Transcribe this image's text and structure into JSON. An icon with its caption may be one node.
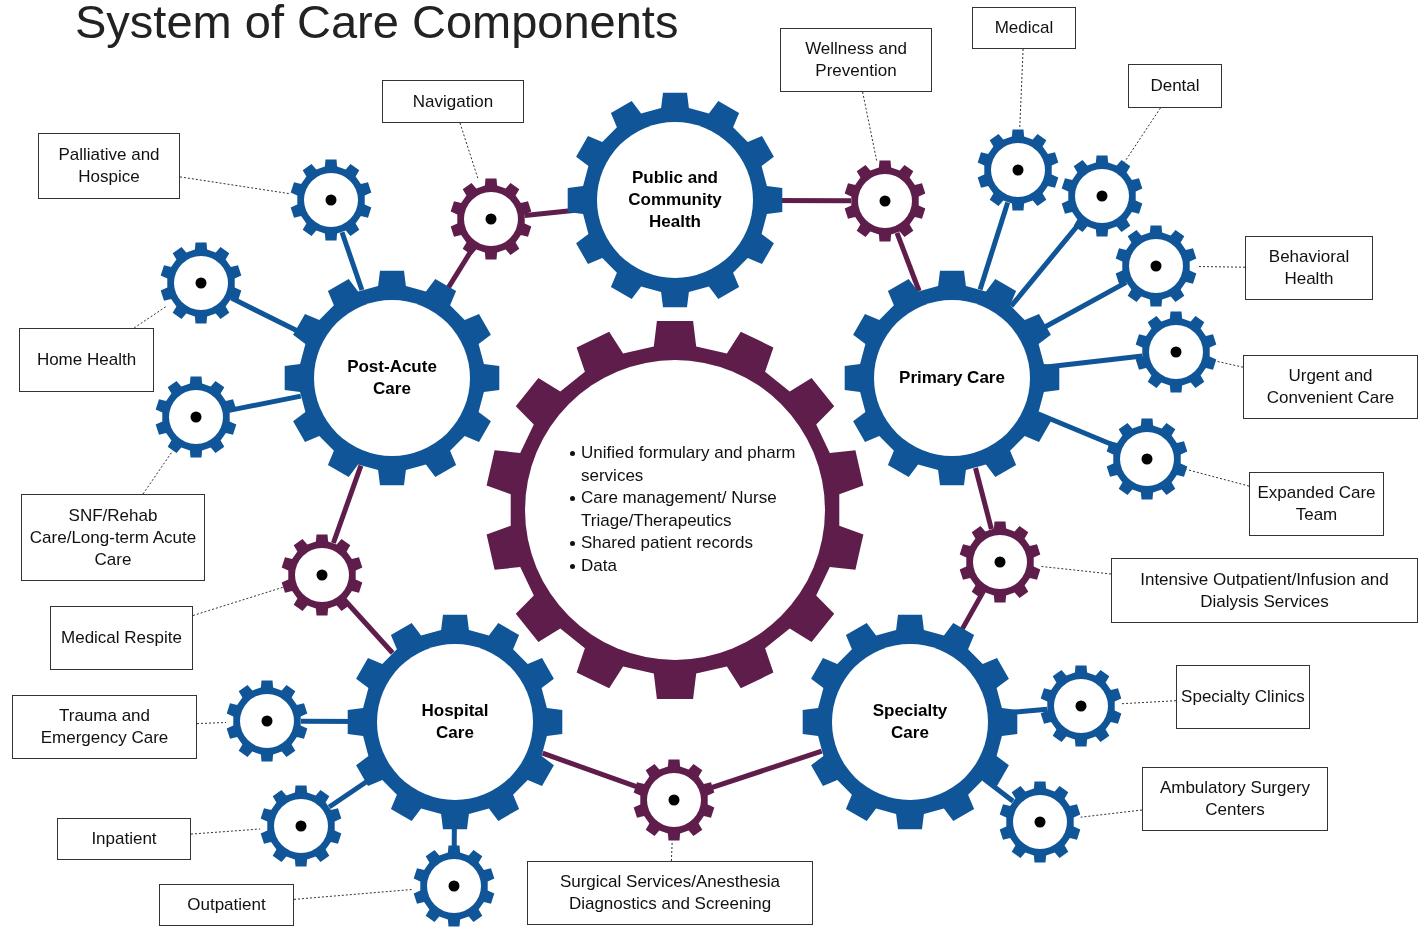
{
  "diagram": {
    "title": "System of Care Components",
    "nodes": [
      {
        "text": [
          "Public and Community Health"
        ]
      },
      {
        "text": [
          "Post-Acute Care"
        ]
      },
      {
        "text": [
          "Primary Care"
        ]
      },
      {
        "text": [
          "Unified formulary and pharm services",
          "Care management/ Nurse Triage/Therapeutics",
          "Shared patient records",
          "Data"
        ]
      },
      {
        "text": [
          "Hospital Care"
        ]
      },
      {
        "text": [
          "Specialty Care"
        ]
      },
      {
        "text": [],
        "shape": "gear"
      },
      {
        "text": [],
        "shape": "gear"
      },
      {
        "text": [],
        "shape": "gear"
      },
      {
        "text": [],
        "shape": "gear"
      },
      {
        "text": [],
        "shape": "gear"
      },
      {
        "text": [],
        "shape": "gear"
      },
      {
        "text": [],
        "shape": "gear"
      },
      {
        "text": [],
        "shape": "gear"
      },
      {
        "text": [],
        "shape": "gear"
      },
      {
        "text": [],
        "shape": "gear"
      },
      {
        "text": [],
        "shape": "gear"
      },
      {
        "text": [],
        "shape": "gear"
      },
      {
        "text": [],
        "shape": "gear"
      },
      {
        "text": [],
        "shape": "gear"
      },
      {
        "text": [],
        "shape": "gear"
      },
      {
        "text": [],
        "shape": "gear"
      },
      {
        "text": [],
        "shape": "gear"
      },
      {
        "text": [],
        "shape": "gear"
      },
      {
        "text": [
          "Navigation"
        ]
      },
      {
        "text": [
          "Wellness and Prevention"
        ]
      },
      {
        "text": [
          "Intensive Outpatient/Infusion and Dialysis Services"
        ]
      },
      {
        "text": [
          "Surgical Services/Anesthesia Diagnostics and Screening"
        ]
      },
      {
        "text": [
          "Medical Respite"
        ]
      },
      {
        "text": [
          "Palliative and Hospice"
        ]
      },
      {
        "text": [
          "Home Health"
        ]
      },
      {
        "text": [
          "SNF/Rehab Care/Long-term Acute Care"
        ]
      },
      {
        "text": [
          "Medical"
        ]
      },
      {
        "text": [
          "Dental"
        ]
      },
      {
        "text": [
          "Behavioral Health"
        ]
      },
      {
        "text": [
          "Urgent and Convenient Care"
        ]
      },
      {
        "text": [
          "Expanded Care Team"
        ]
      },
      {
        "text": [
          "Specialty Clinics"
        ]
      },
      {
        "text": [
          "Ambulatory Surgery Centers"
        ]
      },
      {
        "text": [
          "Trauma and Emergency Care"
        ]
      },
      {
        "text": [
          "Inpatient"
        ]
      },
      {
        "text": [
          "Outpatient"
        ]
      }
    ],
    "edges": [
      {
        "from": 0,
        "to": 6,
        "arrow": "none",
        "color": "#5e1d4a"
      },
      {
        "from": 6,
        "to": 1,
        "arrow": "none",
        "color": "#5e1d4a"
      },
      {
        "from": 0,
        "to": 7,
        "arrow": "none",
        "color": "#5e1d4a"
      },
      {
        "from": 7,
        "to": 2,
        "arrow": "none",
        "color": "#5e1d4a"
      },
      {
        "from": 2,
        "to": 8,
        "arrow": "none",
        "color": "#5e1d4a"
      },
      {
        "from": 8,
        "to": 5,
        "arrow": "none",
        "color": "#5e1d4a"
      },
      {
        "from": 5,
        "to": 9,
        "arrow": "none",
        "color": "#5e1d4a"
      },
      {
        "from": 9,
        "to": 4,
        "arrow": "none",
        "color": "#5e1d4a"
      },
      {
        "from": 4,
        "to": 10,
        "arrow": "none",
        "color": "#5e1d4a"
      },
      {
        "from": 10,
        "to": 1,
        "arrow": "none",
        "color": "#5e1d4a"
      },
      {
        "from": 1,
        "to": 11,
        "arrow": "none",
        "color": "#0f5597"
      },
      {
        "from": 1,
        "to": 12,
        "arrow": "none",
        "color": "#0f5597"
      },
      {
        "from": 1,
        "to": 13,
        "arrow": "none",
        "color": "#0f5597"
      },
      {
        "from": 2,
        "to": 14,
        "arrow": "none",
        "color": "#0f5597"
      },
      {
        "from": 2,
        "to": 15,
        "arrow": "none",
        "color": "#0f5597"
      },
      {
        "from": 2,
        "to": 16,
        "arrow": "none",
        "color": "#0f5597"
      },
      {
        "from": 2,
        "to": 17,
        "arrow": "none",
        "color": "#0f5597"
      },
      {
        "from": 2,
        "to": 18,
        "arrow": "none",
        "color": "#0f5597"
      },
      {
        "from": 5,
        "to": 19,
        "arrow": "none",
        "color": "#0f5597"
      },
      {
        "from": 5,
        "to": 20,
        "arrow": "none",
        "color": "#0f5597"
      },
      {
        "from": 4,
        "to": 21,
        "arrow": "none",
        "color": "#0f5597"
      },
      {
        "from": 4,
        "to": 22,
        "arrow": "none",
        "color": "#0f5597"
      },
      {
        "from": 4,
        "to": 23,
        "arrow": "none",
        "color": "#0f5597"
      },
      {
        "from": 24,
        "to": 6,
        "arrow": "none",
        "style": "dashed"
      },
      {
        "from": 25,
        "to": 7,
        "arrow": "none",
        "style": "dashed"
      },
      {
        "from": 26,
        "to": 8,
        "arrow": "none",
        "style": "dashed"
      },
      {
        "from": 27,
        "to": 9,
        "arrow": "none",
        "style": "dashed"
      },
      {
        "from": 28,
        "to": 10,
        "arrow": "none",
        "style": "dashed"
      },
      {
        "from": 29,
        "to": 11,
        "arrow": "none",
        "style": "dashed"
      },
      {
        "from": 30,
        "to": 12,
        "arrow": "none",
        "style": "dashed"
      },
      {
        "from": 31,
        "to": 13,
        "arrow": "none",
        "style": "dashed"
      },
      {
        "from": 32,
        "to": 14,
        "arrow": "none",
        "style": "dashed"
      },
      {
        "from": 33,
        "to": 15,
        "arrow": "none",
        "style": "dashed"
      },
      {
        "from": 34,
        "to": 16,
        "arrow": "none",
        "style": "dashed"
      },
      {
        "from": 35,
        "to": 17,
        "arrow": "none",
        "style": "dashed"
      },
      {
        "from": 36,
        "to": 18,
        "arrow": "none",
        "style": "dashed"
      },
      {
        "from": 37,
        "to": 19,
        "arrow": "none",
        "style": "dashed"
      },
      {
        "from": 38,
        "to": 20,
        "arrow": "none",
        "style": "dashed"
      },
      {
        "from": 39,
        "to": 21,
        "arrow": "none",
        "style": "dashed"
      },
      {
        "from": 40,
        "to": 22,
        "arrow": "none",
        "style": "dashed"
      },
      {
        "from": 41,
        "to": 23,
        "arrow": "none",
        "style": "dashed"
      }
    ]
  }
}
